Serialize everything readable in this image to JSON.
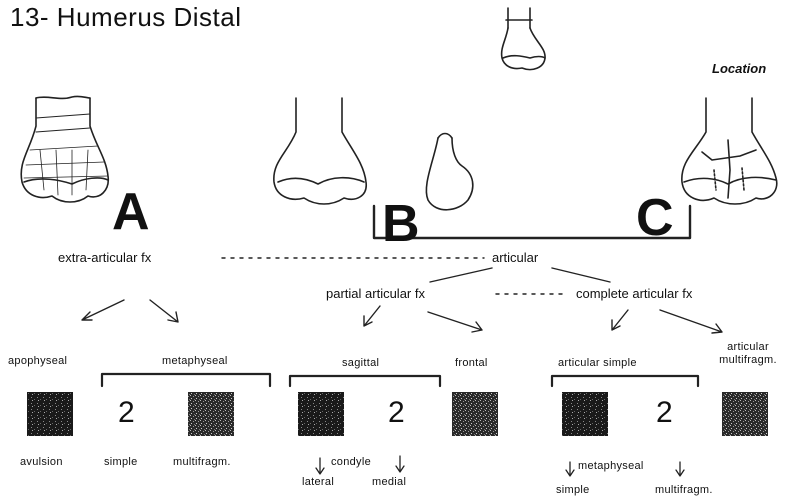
{
  "title": "13- Humerus Distal",
  "location_label": "Location",
  "types": [
    {
      "letter": "A"
    },
    {
      "letter": "B"
    },
    {
      "letter": "C"
    }
  ],
  "level1": {
    "extra_articular": "extra-articular fx",
    "articular": "articular"
  },
  "level2": {
    "partial": "partial articular fx",
    "complete": "complete articular fx"
  },
  "groups": {
    "A": {
      "left_label": "apophyseal",
      "right_label": "metaphyseal",
      "number": "2",
      "bottom_left": "avulsion",
      "bottom_mid": "simple",
      "bottom_right": "multifragm."
    },
    "B": {
      "left_label": "sagittal",
      "right_label": "frontal",
      "number": "2",
      "sub_label": "condyle",
      "sub_left": "lateral",
      "sub_right": "medial"
    },
    "C": {
      "left_label": "articular simple",
      "right_label_1": "articular",
      "right_label_2": "multifragm.",
      "number": "2",
      "sub_label": "metaphyseal",
      "sub_left": "simple",
      "sub_right": "multifragm."
    }
  }
}
